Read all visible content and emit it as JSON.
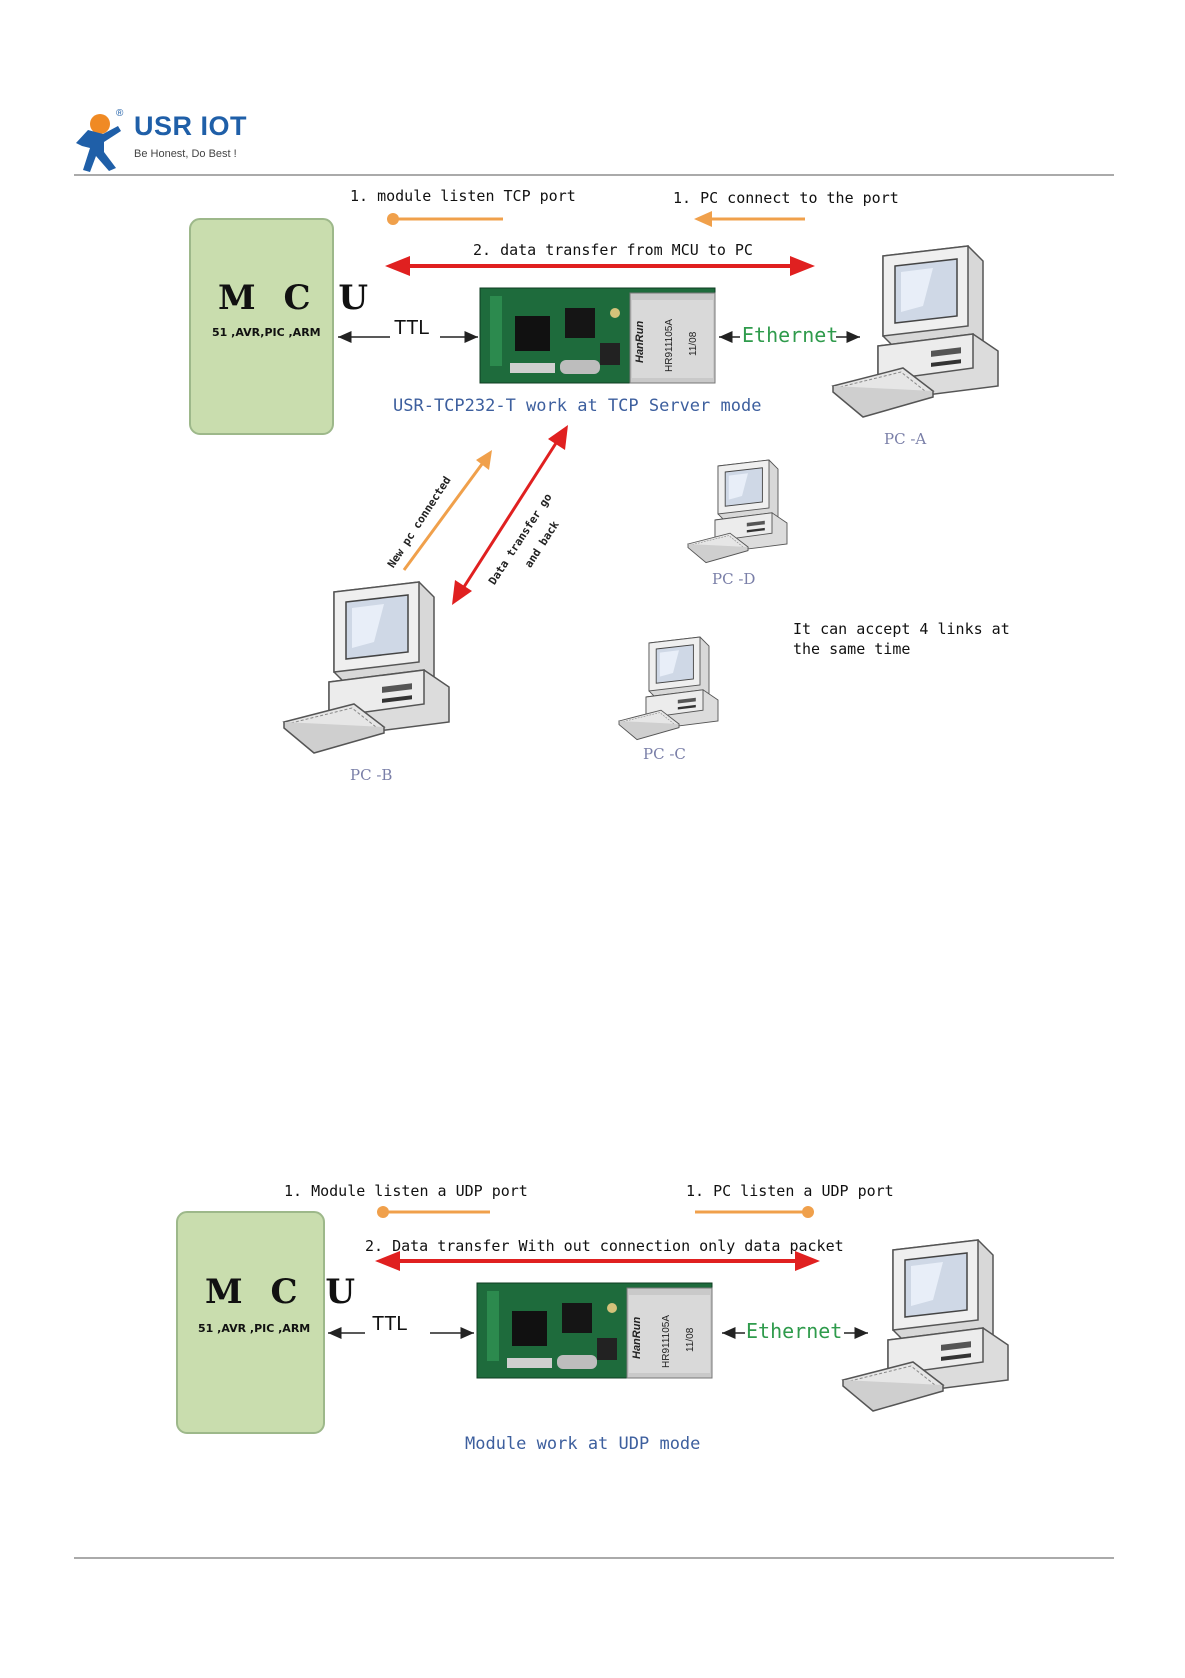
{
  "header": {
    "brand": "USR IOT",
    "registered": "®",
    "tagline": "Be Honest, Do Best !"
  },
  "diagram_tcp": {
    "mcu_title": "M C U",
    "mcu_sub": "51 ,AVR,PIC ,ARM",
    "step_listen": "1.  module listen TCP port",
    "step_connect": "1.  PC connect to the port",
    "step_transfer": "2.  data transfer from MCU to PC",
    "ttl": "TTL",
    "ethernet": "Ethernet",
    "caption": "USR-TCP232-T  work at TCP Server mode",
    "new_pc": "New pc connected",
    "data_back_1": "Data transfer go",
    "data_back_2": "and back",
    "pc_a": "PC -A",
    "pc_b": "PC -B",
    "pc_c": "PC -C",
    "pc_d": "PC -D",
    "note_1": "It can accept 4 links at",
    "note_2": "the same time",
    "chip_brand": "HanRun",
    "chip_code": "HR911105A",
    "chip_date": "11/08"
  },
  "diagram_udp": {
    "mcu_title": "M C U",
    "mcu_sub": "51 ,AVR ,PIC ,ARM",
    "step_module": "1.  Module listen a UDP port",
    "step_pc": "1. PC listen a UDP port",
    "step_transfer": "2.  Data transfer With out connection only data packet",
    "ttl": "TTL",
    "ethernet": "Ethernet",
    "caption": "Module work at UDP mode",
    "chip_brand": "HanRun",
    "chip_code": "HR911105A",
    "chip_date": "11/08"
  },
  "colors": {
    "mcu_fill": "#c9ddae",
    "mcu_border": "#9db88a",
    "orange": "#f0a04b",
    "red": "#e02020",
    "board": "#1e6b3c",
    "label_blue": "#3d5f9e",
    "ethernet_green": "#2f9b4c",
    "brand_blue": "#1f5fa8",
    "logo_orange": "#f08a24"
  },
  "icons": [
    "usr-iot-logo",
    "desktop-computer-icon",
    "network-module-board"
  ]
}
